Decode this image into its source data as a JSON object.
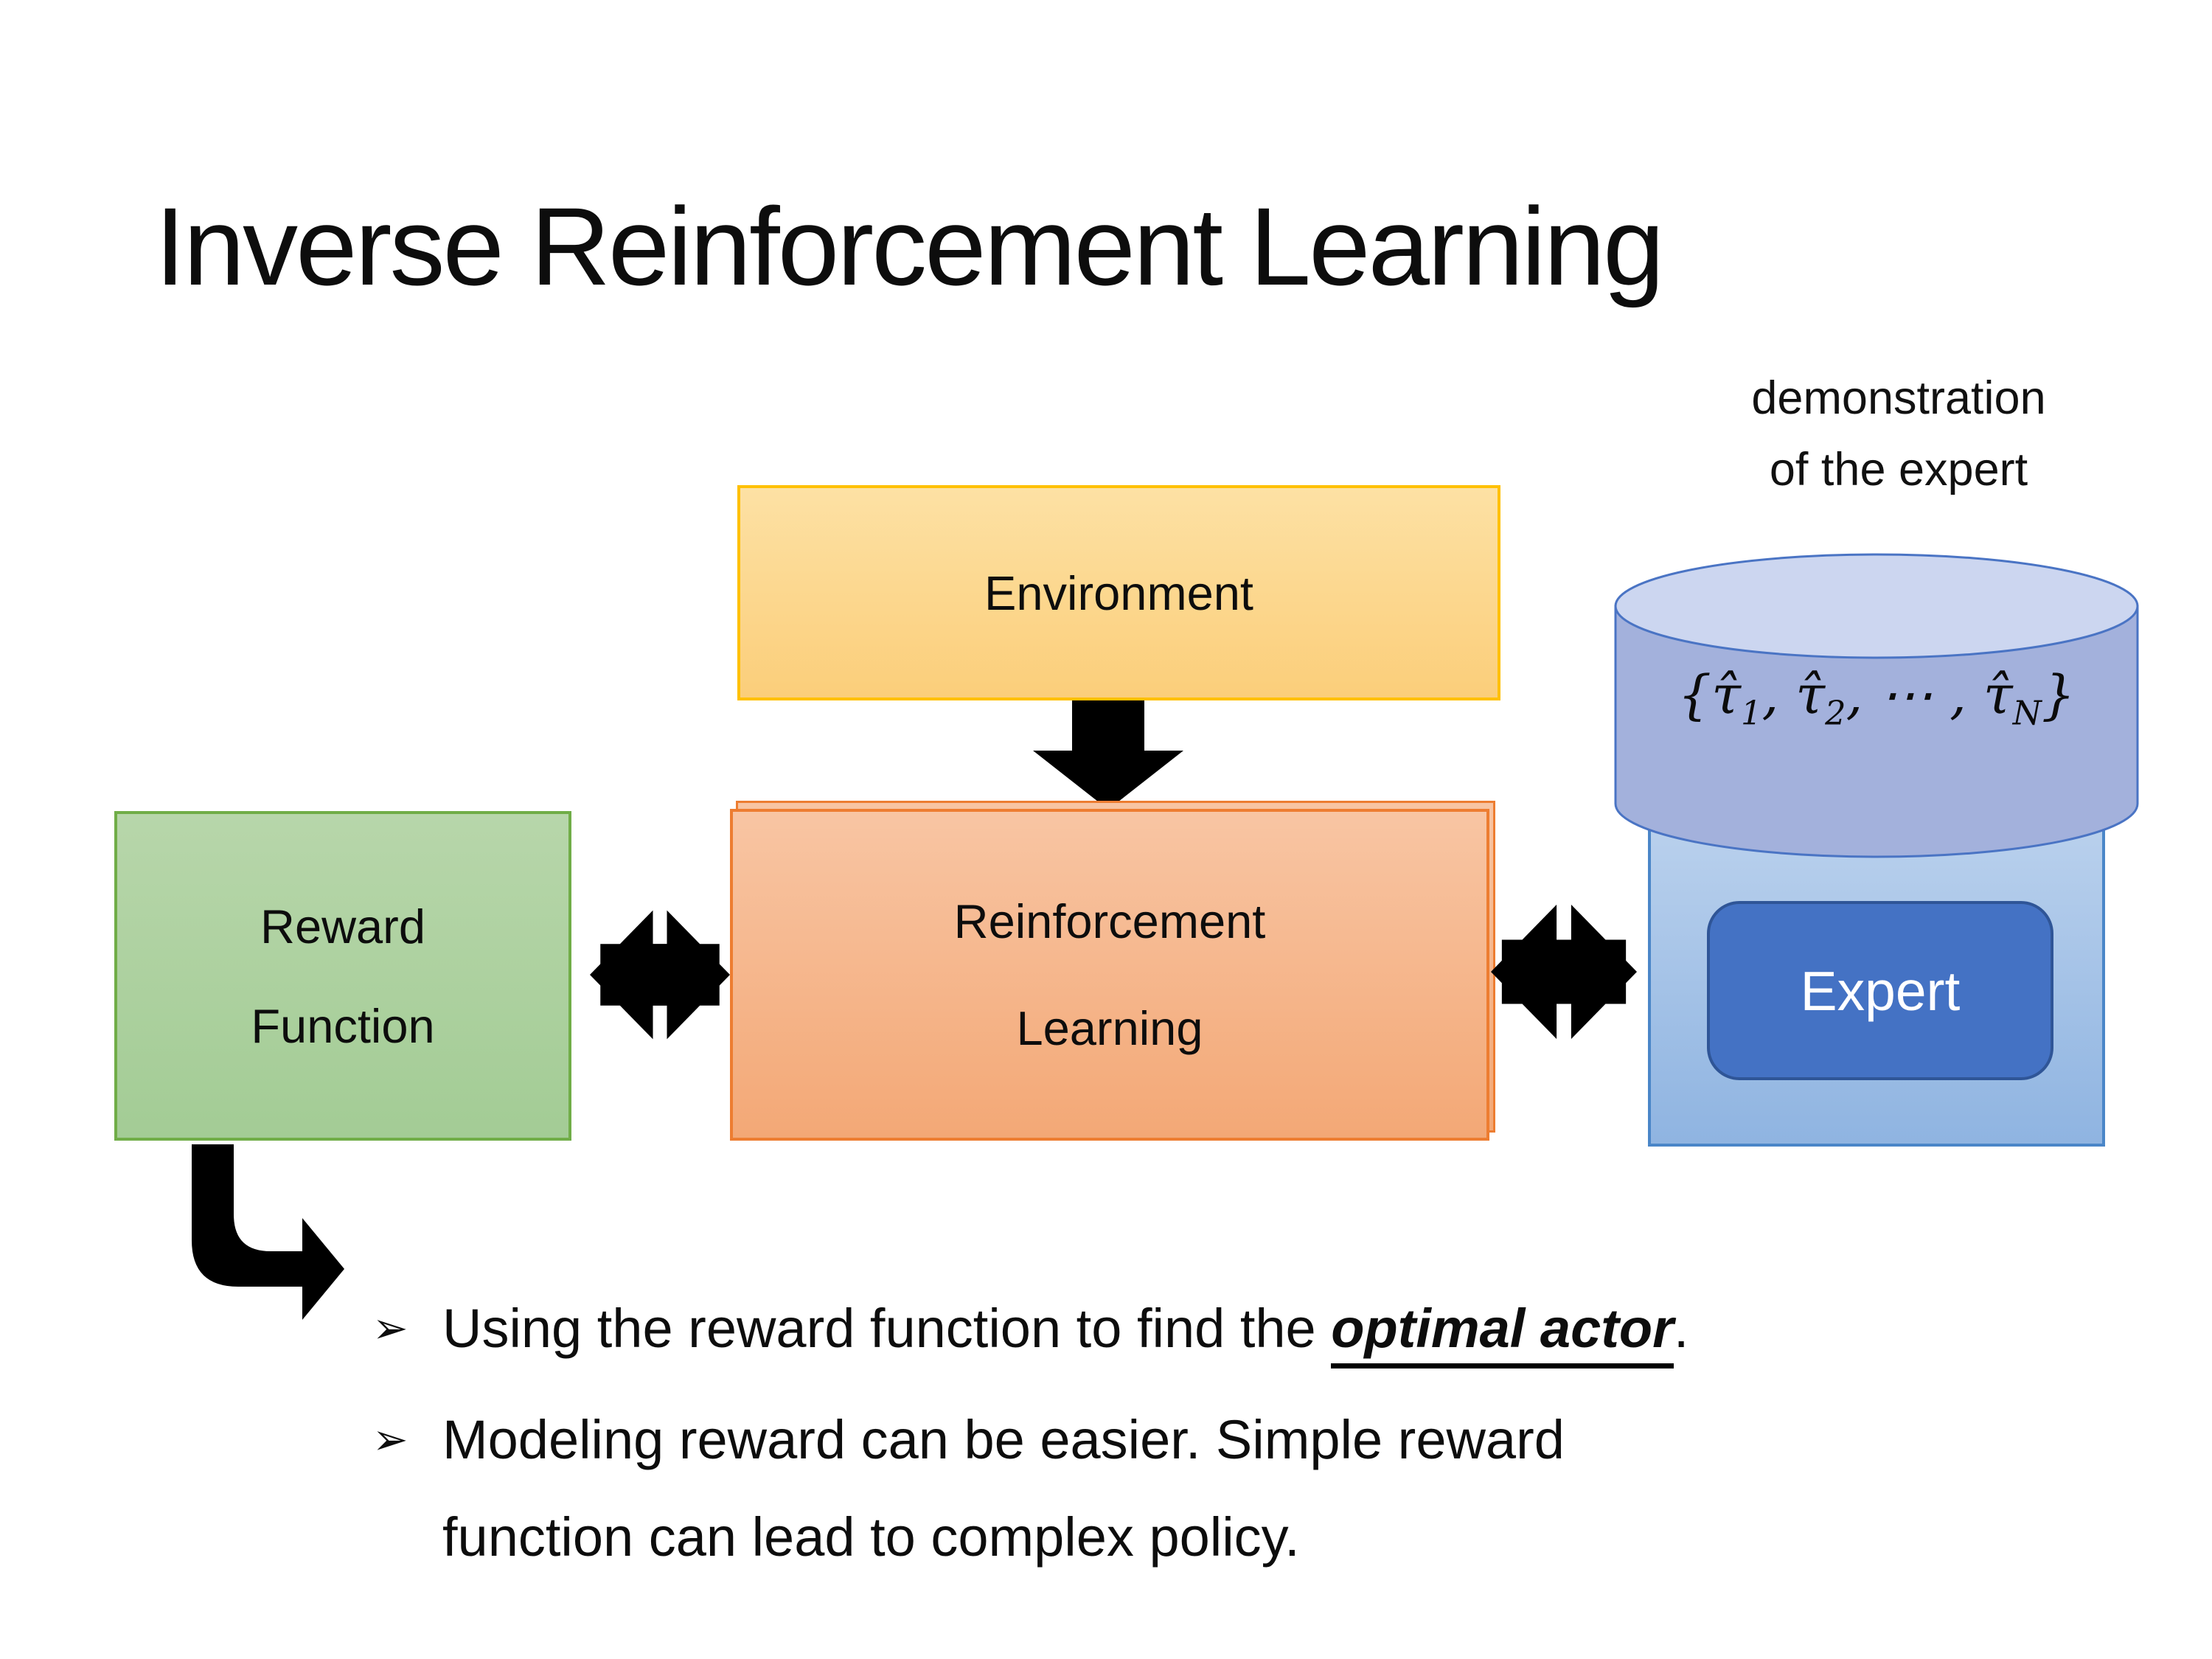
{
  "slide": {
    "title": "Inverse Reinforcement Learning",
    "demo_label": {
      "line1": "demonstration",
      "line2": "of the expert"
    },
    "boxes": {
      "environment": {
        "label": "Environment"
      },
      "reward": {
        "line1": "Reward",
        "line2": "Function"
      },
      "rl": {
        "line1": "Reinforcement",
        "line2": "Learning"
      },
      "expert": {
        "label": "Expert"
      }
    },
    "formula": {
      "p1": "{",
      "t1": "τ̂",
      "s1": "1",
      "c1": ", ",
      "t2": "τ̂",
      "s2": "2",
      "c2": ", ⋯ , ",
      "t3": "τ̂",
      "s3": "N",
      "p2": "}"
    },
    "bullets": {
      "b1": {
        "marker": "➢",
        "pre": "Using the reward function to find the ",
        "em": "optimal actor",
        "post": "."
      },
      "b2": {
        "marker": "➢",
        "line1": "Modeling reward can be easier. Simple reward",
        "line2": "function can lead to complex policy."
      }
    },
    "icons": {
      "down_arrow": "block-down-arrow",
      "double_arrow_left": "overlapping-left-right-arrows",
      "double_arrow_right": "overlapping-left-right-arrows",
      "bent_arrow": "elbow-down-right-arrow",
      "database": "cylinder-database"
    },
    "colors": {
      "environment_fill_top": "#fde1a4",
      "environment_fill_bottom": "#fbce7a",
      "environment_border": "#ffc000",
      "reward_fill_top": "#b7d6aa",
      "reward_fill_bottom": "#a3cc95",
      "reward_border": "#70ad47",
      "rl_fill_top": "#f8c5a3",
      "rl_fill_bottom": "#f3a876",
      "rl_border": "#ed7d31",
      "expert_outer_top": "#bad1ed",
      "expert_outer_bottom": "#8fb4e1",
      "expert_outer_border": "#4a86c8",
      "expert_fill": "#4472c4",
      "expert_border": "#2f5597",
      "cylinder_fill": "#a3b1dc",
      "cylinder_top_fill": "#ccd6f0",
      "cylinder_border": "#4a74c4",
      "arrow_color": "#000000"
    }
  }
}
